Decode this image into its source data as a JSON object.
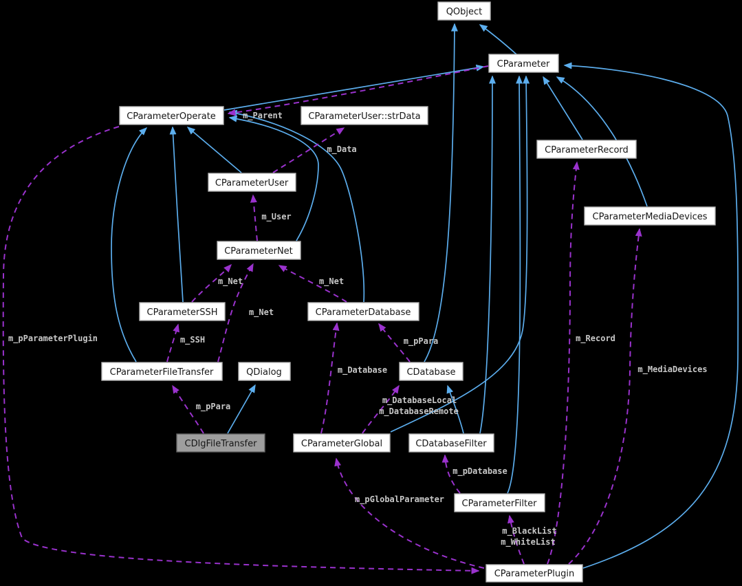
{
  "diagram": {
    "type": "doxygen-collaboration-graph",
    "focus_class": "CDlgFileTransfer",
    "colors": {
      "background": "#000000",
      "inheritance_edge": "#5caeee",
      "usage_edge": "#9a32cd",
      "edge_label": "#c8c8c8",
      "node_fill": "#ffffff",
      "node_border": "#b4b4b4",
      "node_text": "#161616",
      "highlight_fill": "#9e9e9e",
      "highlight_border": "#646464"
    }
  },
  "nodes": {
    "qobject": {
      "label": "QObject"
    },
    "cparameter": {
      "label": "CParameter"
    },
    "cparameteroperate": {
      "label": "CParameterOperate"
    },
    "strdata": {
      "label": "CParameterUser::strData"
    },
    "cparameterrecord": {
      "label": "CParameterRecord"
    },
    "cparameteruser": {
      "label": "CParameterUser"
    },
    "cparametermediadevices": {
      "label": "CParameterMediaDevices"
    },
    "cparameternet": {
      "label": "CParameterNet"
    },
    "cparameterssh": {
      "label": "CParameterSSH"
    },
    "cparameterdatabase": {
      "label": "CParameterDatabase"
    },
    "cparameterfiletransfer": {
      "label": "CParameterFileTransfer"
    },
    "qdialog": {
      "label": "QDialog"
    },
    "cdatabase": {
      "label": "CDatabase"
    },
    "cdlgfiletransfer": {
      "label": "CDlgFileTransfer",
      "highlighted": true
    },
    "cparameterglobal": {
      "label": "CParameterGlobal"
    },
    "cdatabasefilter": {
      "label": "CDatabaseFilter"
    },
    "cparameterfilter": {
      "label": "CParameterFilter"
    },
    "cparameterplugin": {
      "label": "CParameterPlugin"
    }
  },
  "edge_labels": {
    "m_parent": "m_Parent",
    "m_data": "m_Data",
    "m_user": "m_User",
    "m_net_left": "m_Net",
    "m_net_mid": "m_Net",
    "m_net_right": "m_Net",
    "m_ssh": "m_SSH",
    "m_ppara_left": "m_pPara",
    "m_ppara_right": "m_pPara",
    "m_database": "m_Database",
    "m_database_local": "m_DatabaseLocal",
    "m_database_remote": "m_DatabaseRemote",
    "m_pdatabase": "m_pDatabase",
    "m_pglobalparameter": "m_pGlobalParameter",
    "m_blacklist": "m_BlackList",
    "m_whitelist": "m_WhiteList",
    "m_record": "m_Record",
    "m_mediadevices": "m_MediaDevices",
    "m_pparameterplugin": "m_pParameterPlugin"
  },
  "edges": [
    {
      "from": "CParameter",
      "to": "QObject",
      "type": "inheritance"
    },
    {
      "from": "CDatabase",
      "to": "QObject",
      "type": "inheritance"
    },
    {
      "from": "CParameterOperate",
      "to": "CParameter",
      "type": "inheritance"
    },
    {
      "from": "CParameterUser",
      "to": "CParameterOperate",
      "type": "inheritance"
    },
    {
      "from": "CParameterSSH",
      "to": "CParameterOperate",
      "type": "inheritance"
    },
    {
      "from": "CParameterFileTransfer",
      "to": "CParameterOperate",
      "type": "inheritance"
    },
    {
      "from": "CParameterNet",
      "to": "CParameterOperate",
      "type": "inheritance"
    },
    {
      "from": "CParameterDatabase",
      "to": "CParameterOperate",
      "type": "inheritance"
    },
    {
      "from": "CDlgFileTransfer",
      "to": "QDialog",
      "type": "inheritance"
    },
    {
      "from": "CDatabaseFilter",
      "to": "CDatabase",
      "type": "inheritance"
    },
    {
      "from": "CDatabaseFilter",
      "to": "CParameter",
      "type": "inheritance"
    },
    {
      "from": "CParameterFilter",
      "to": "CParameter",
      "type": "inheritance"
    },
    {
      "from": "CParameterGlobal",
      "to": "CParameter",
      "type": "inheritance"
    },
    {
      "from": "CParameterRecord",
      "to": "CParameter",
      "type": "inheritance"
    },
    {
      "from": "CParameterMediaDevices",
      "to": "CParameter",
      "type": "inheritance"
    },
    {
      "from": "CParameterPlugin",
      "to": "CParameter",
      "type": "inheritance"
    },
    {
      "from": "CParameter",
      "to": "CParameterOperate",
      "label": "m_Parent",
      "type": "usage"
    },
    {
      "from": "CParameterUser",
      "to": "CParameterUser::strData",
      "label": "m_Data",
      "type": "usage"
    },
    {
      "from": "CParameterNet",
      "to": "CParameterUser",
      "label": "m_User",
      "type": "usage"
    },
    {
      "from": "CParameterSSH",
      "to": "CParameterNet",
      "label": "m_Net",
      "type": "usage"
    },
    {
      "from": "CParameterFileTransfer",
      "to": "CParameterNet",
      "label": "m_Net",
      "type": "usage"
    },
    {
      "from": "CParameterDatabase",
      "to": "CParameterNet",
      "label": "m_Net",
      "type": "usage"
    },
    {
      "from": "CParameterFileTransfer",
      "to": "CParameterSSH",
      "label": "m_SSH",
      "type": "usage"
    },
    {
      "from": "CDlgFileTransfer",
      "to": "CParameterFileTransfer",
      "label": "m_pPara",
      "type": "usage"
    },
    {
      "from": "CDatabase",
      "to": "CParameterDatabase",
      "label": "m_pPara",
      "type": "usage"
    },
    {
      "from": "CParameterGlobal",
      "to": "CParameterDatabase",
      "label": "m_Database",
      "type": "usage"
    },
    {
      "from": "CParameterGlobal",
      "to": "CDatabase",
      "label": "m_DatabaseLocal m_DatabaseRemote",
      "type": "usage"
    },
    {
      "from": "CParameterFilter",
      "to": "CDatabaseFilter",
      "label": "m_pDatabase",
      "type": "usage"
    },
    {
      "from": "CParameterPlugin",
      "to": "CParameterFilter",
      "label": "m_BlackList m_WhiteList",
      "type": "usage"
    },
    {
      "from": "CParameterPlugin",
      "to": "CParameterGlobal",
      "label": "m_pGlobalParameter",
      "type": "usage"
    },
    {
      "from": "CParameterOperate",
      "to": "CParameterPlugin",
      "label": "m_pParameterPlugin",
      "type": "usage"
    },
    {
      "from": "CParameterPlugin",
      "to": "CParameterRecord",
      "label": "m_Record",
      "type": "usage"
    },
    {
      "from": "CParameterPlugin",
      "to": "CParameterMediaDevices",
      "label": "m_MediaDevices",
      "type": "usage"
    }
  ]
}
